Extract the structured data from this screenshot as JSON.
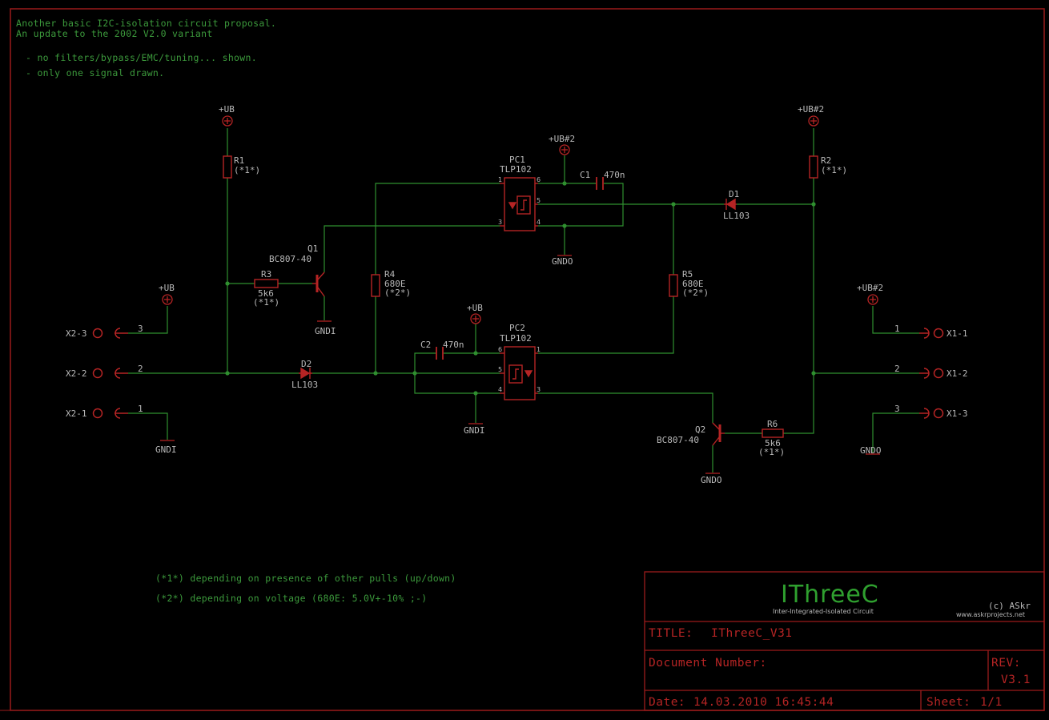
{
  "colors": {
    "background": "#000000",
    "frame": "#9b1b1b",
    "symbol": "#b52424",
    "wire": "#2f8f2f",
    "text": "#3c9a3c",
    "label": "#b8b8b8",
    "title_text": "#b52424",
    "logo_text": "#2fa02f"
  },
  "header_notes": {
    "line1": "Another basic I2C-isolation circuit proposal.",
    "line2": "An update to the 2002 V2.0 variant",
    "line3": "- no filters/bypass/EMC/tuning... shown.",
    "line4": "- only one signal drawn."
  },
  "footnotes": {
    "note1": "(*1*) depending on presence of other pulls (up/down)",
    "note2": "(*2*) depending on voltage (680E: 5.0V+-10% ;-)"
  },
  "components": {
    "r1": {
      "name": "R1",
      "value": "(*1*)"
    },
    "r2": {
      "name": "R2",
      "value": "(*1*)"
    },
    "r3": {
      "name": "R3",
      "value": "5k6",
      "note": "(*1*)"
    },
    "r4": {
      "name": "R4",
      "value": "680E",
      "note": "(*2*)"
    },
    "r5": {
      "name": "R5",
      "value": "680E",
      "note": "(*2*)"
    },
    "r6": {
      "name": "R6",
      "value": "5k6",
      "note": "(*1*)"
    },
    "c1": {
      "name": "C1",
      "value": "470n"
    },
    "c2": {
      "name": "C2",
      "value": "470n"
    },
    "d1": {
      "name": "D1",
      "value": "LL103"
    },
    "d2": {
      "name": "D2",
      "value": "LL103"
    },
    "q1": {
      "name": "Q1",
      "value": "BC807-40"
    },
    "q2": {
      "name": "Q2",
      "value": "BC807-40"
    },
    "pc1": {
      "name": "PC1",
      "value": "TLP102",
      "pins": [
        "1",
        "3",
        "4",
        "5",
        "6"
      ]
    },
    "pc2": {
      "name": "PC2",
      "value": "TLP102",
      "pins": [
        "6",
        "5",
        "4",
        "1",
        "3"
      ]
    }
  },
  "supplies": {
    "ub_r1": "+UB",
    "ub_x2": "+UB",
    "ub_pc2": "+UB",
    "ub2_pc1": "+UB#2",
    "ub2_r2": "+UB#2",
    "ub2_x1": "+UB#2",
    "gndi_q1": "GNDI",
    "gndi_x2": "GNDI",
    "gndi_pc2": "GNDI",
    "gndo_pc1": "GNDO",
    "gndo_q2": "GNDO",
    "gndo_x1": "GNDO"
  },
  "connectors": {
    "x2_3": {
      "name": "X2-3",
      "pin": "3"
    },
    "x2_2": {
      "name": "X2-2",
      "pin": "2"
    },
    "x2_1": {
      "name": "X2-1",
      "pin": "1"
    },
    "x1_1": {
      "name": "X1-1",
      "pin": "1"
    },
    "x1_2": {
      "name": "X1-2",
      "pin": "2"
    },
    "x1_3": {
      "name": "X1-3",
      "pin": "3"
    }
  },
  "title_block": {
    "logo": "IThreeC",
    "logo_subtitle": "Inter-Integrated-Isolated Circuit",
    "copyright": "(c) ASkr",
    "website": "www.askrprojects.net",
    "title_label": "TITLE:",
    "title_value": "IThreeC_V31",
    "docnum_label": "Document Number:",
    "rev_label": "REV:",
    "rev_value": "V3.1",
    "date_label": "Date:",
    "date_value": "14.03.2010 16:45:44",
    "sheet_label": "Sheet:",
    "sheet_value": "1/1"
  }
}
